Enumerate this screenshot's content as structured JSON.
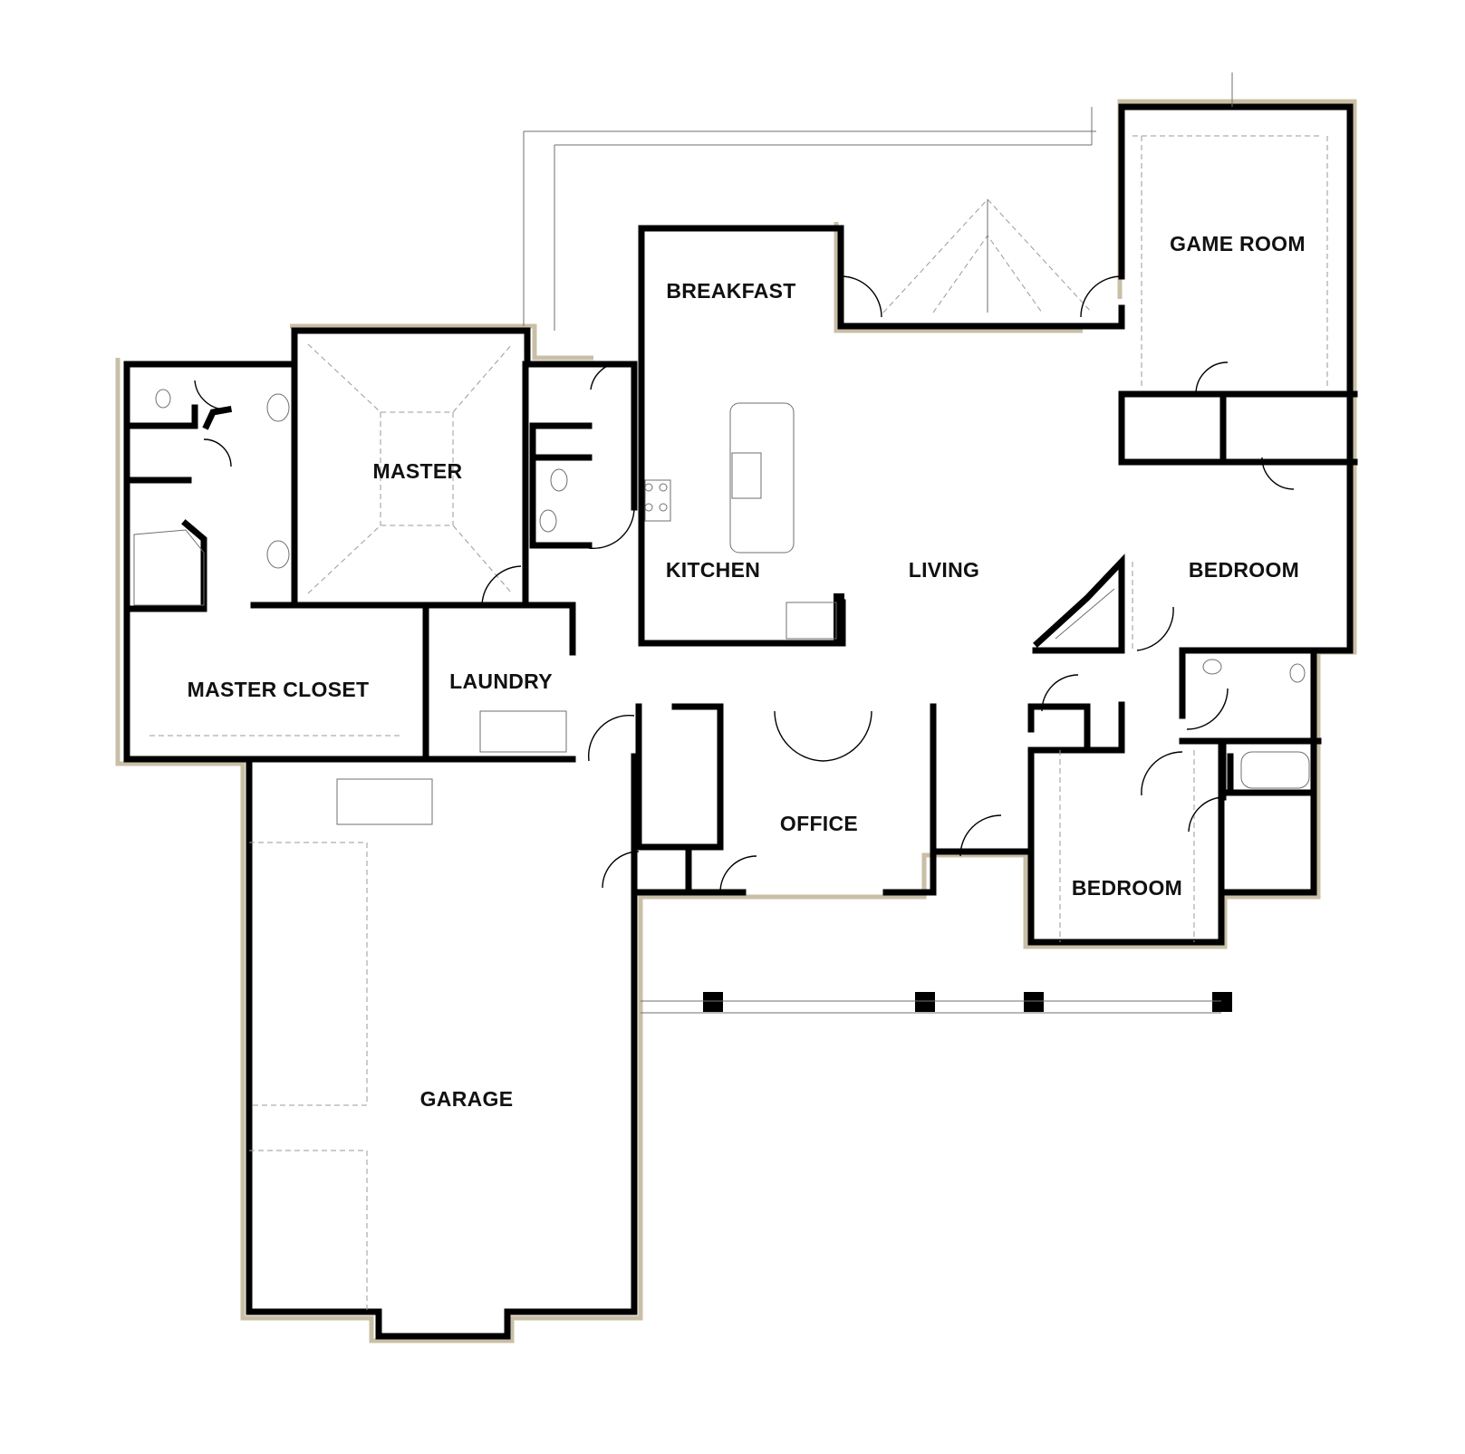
{
  "rooms": {
    "game_room": "GAME ROOM",
    "breakfast": "BREAKFAST",
    "master": "MASTER",
    "kitchen": "KITCHEN",
    "living": "LIVING",
    "bedroom_upper": "BEDROOM",
    "master_closet": "MASTER CLOSET",
    "laundry": "LAUNDRY",
    "office": "OFFICE",
    "bedroom_lower": "BEDROOM",
    "garage": "GARAGE"
  }
}
